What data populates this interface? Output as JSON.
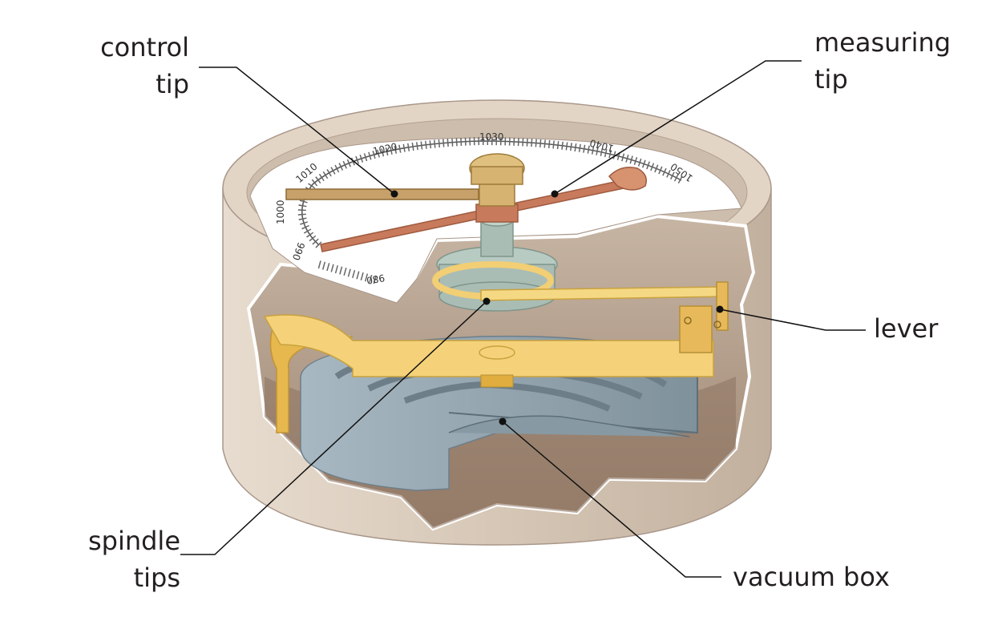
{
  "labels": {
    "control_tip": [
      "control",
      "tip"
    ],
    "measuring_tip": [
      "measuring",
      "tip"
    ],
    "lever": "lever",
    "spindle_tips": [
      "spindle",
      "tips"
    ],
    "vacuum_box": "vacuum box"
  },
  "dial_numbers": [
    "980",
    "990",
    "1000",
    "1010",
    "1020",
    "1030",
    "1040",
    "1050"
  ],
  "colors": {
    "housing": "#d9cbbb",
    "housing_dark": "#b7a493",
    "interior": "#9d8571",
    "dial": "#ffffff",
    "brass": "#f2ce74",
    "brass_dark": "#d9a93c",
    "copper": "#c87a5c",
    "steel": "#9fb2bd",
    "steel_dark": "#7c8e98",
    "spindle": "#a9bdb5"
  }
}
